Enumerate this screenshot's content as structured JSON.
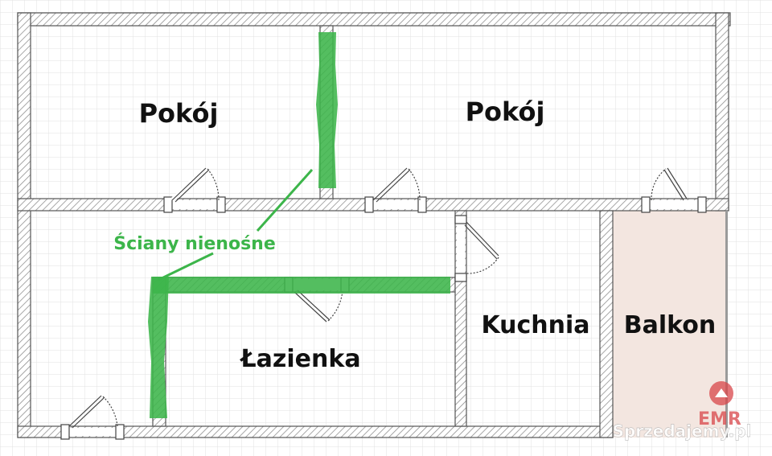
{
  "rooms": {
    "pokoj_left": "Pokój",
    "pokoj_right": "Pokój",
    "lazienka": "Łazienka",
    "kuchnia": "Kuchnia",
    "balkon": "Balkon"
  },
  "annotation": {
    "label": "Ściany nienośne",
    "color": "#3cb54a"
  },
  "watermark": {
    "brand": "EMR",
    "site": "Sprzedajemy.pl"
  },
  "colors": {
    "wall_hatch": "#8a8a8a",
    "balcony_fill": "#f3e6e0",
    "grid": "#dcdcdc"
  }
}
